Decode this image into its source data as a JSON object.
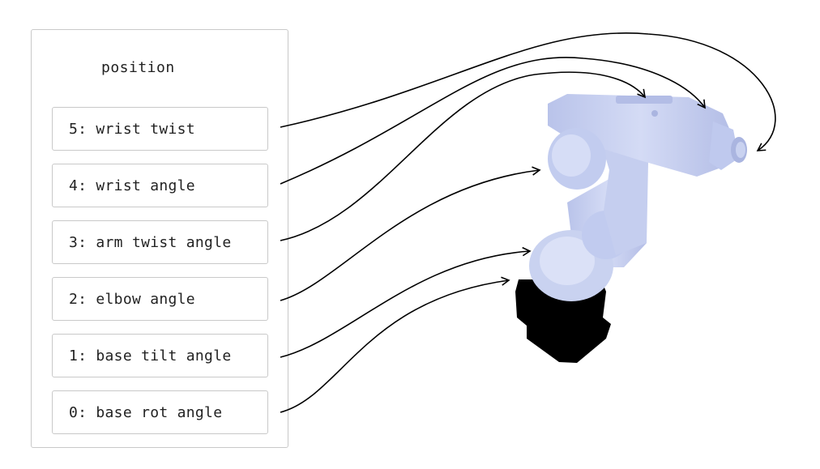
{
  "panel": {
    "title": "position",
    "joints": [
      {
        "label": "5: wrist twist"
      },
      {
        "label": "4: wrist angle"
      },
      {
        "label": "3: arm twist angle"
      },
      {
        "label": "2: elbow angle"
      },
      {
        "label": "1: base tilt angle"
      },
      {
        "label": "0: base rot angle"
      }
    ]
  },
  "colors": {
    "robot_body": "#c9d2f0",
    "robot_shade": "#aab5e0",
    "robot_base": "#000000",
    "border": "#c9c9c9",
    "arrow": "#000000"
  }
}
